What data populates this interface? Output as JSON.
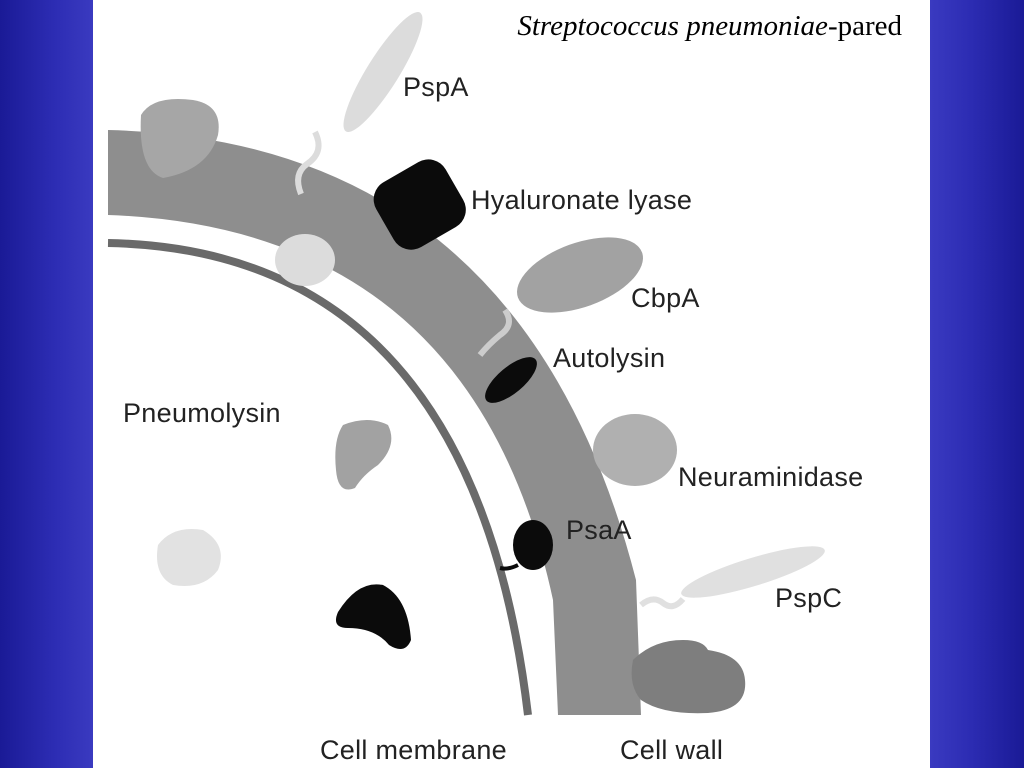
{
  "title": {
    "italic": "Streptococcus pneumoniae",
    "rest": "-pared"
  },
  "labels": {
    "pspa": "PspA",
    "hyaluronate_lyase": "Hyaluronate   lyase",
    "cbpa": "CbpA",
    "autolysin": "Autolysin",
    "pneumolysin": "Pneumolysin",
    "neuraminidase": "Neuraminidase",
    "psaa": "PsaA",
    "pspc": "PspC",
    "cell_membrane": "Cell  membrane",
    "cell_wall": "Cell   wall"
  },
  "colors": {
    "frame_blue": "#1a1aa0",
    "cell_wall": "#8a8a8a",
    "membrane": "#6e6e6e",
    "dark_protein": "#0a0a0a",
    "mid_protein": "#9a9a9a",
    "light_protein": "#d6d6d6"
  }
}
